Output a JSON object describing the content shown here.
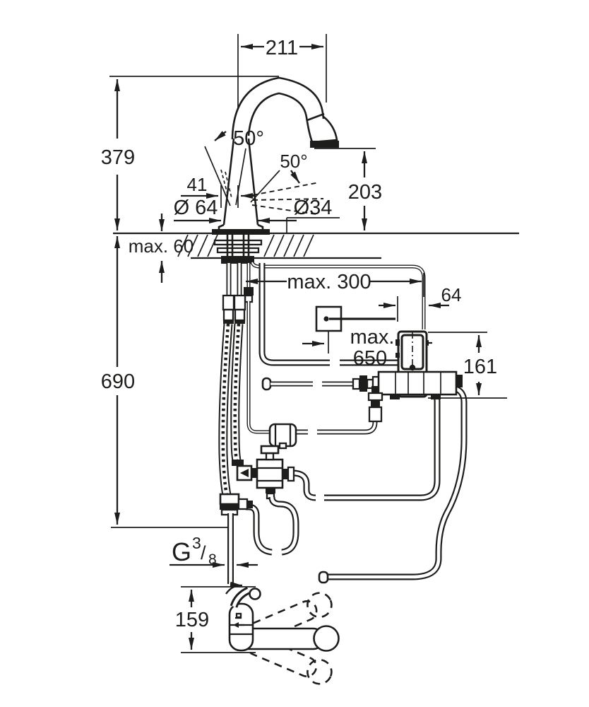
{
  "drawing_title": "kitchen-faucet-installation-dimensional-drawing",
  "colors": {
    "line": "#1d1d1b",
    "background": "#ffffff"
  },
  "labels": {
    "dim_spout_reach": "211",
    "dim_height_above_deck": "379",
    "dim_angle_left": "50°",
    "dim_angle_right": "50°",
    "dim_sensor_offset": "41",
    "dim_outlet_height": "203",
    "dim_base_diameter": "Ø 64",
    "dim_shank_diameter": "Ø34",
    "dim_deck_thickness": "max. 60",
    "dim_cable_length": "max. 300",
    "dim_box_width": "64",
    "dim_cord_length_line1": "max.",
    "dim_cord_length_line2": "650",
    "dim_box_height": "161",
    "dim_hose_length": "690",
    "thread_letter": "G",
    "thread_numerator": "3",
    "thread_slash": "/",
    "thread_denominator": "8",
    "dim_handle_height": "159"
  }
}
